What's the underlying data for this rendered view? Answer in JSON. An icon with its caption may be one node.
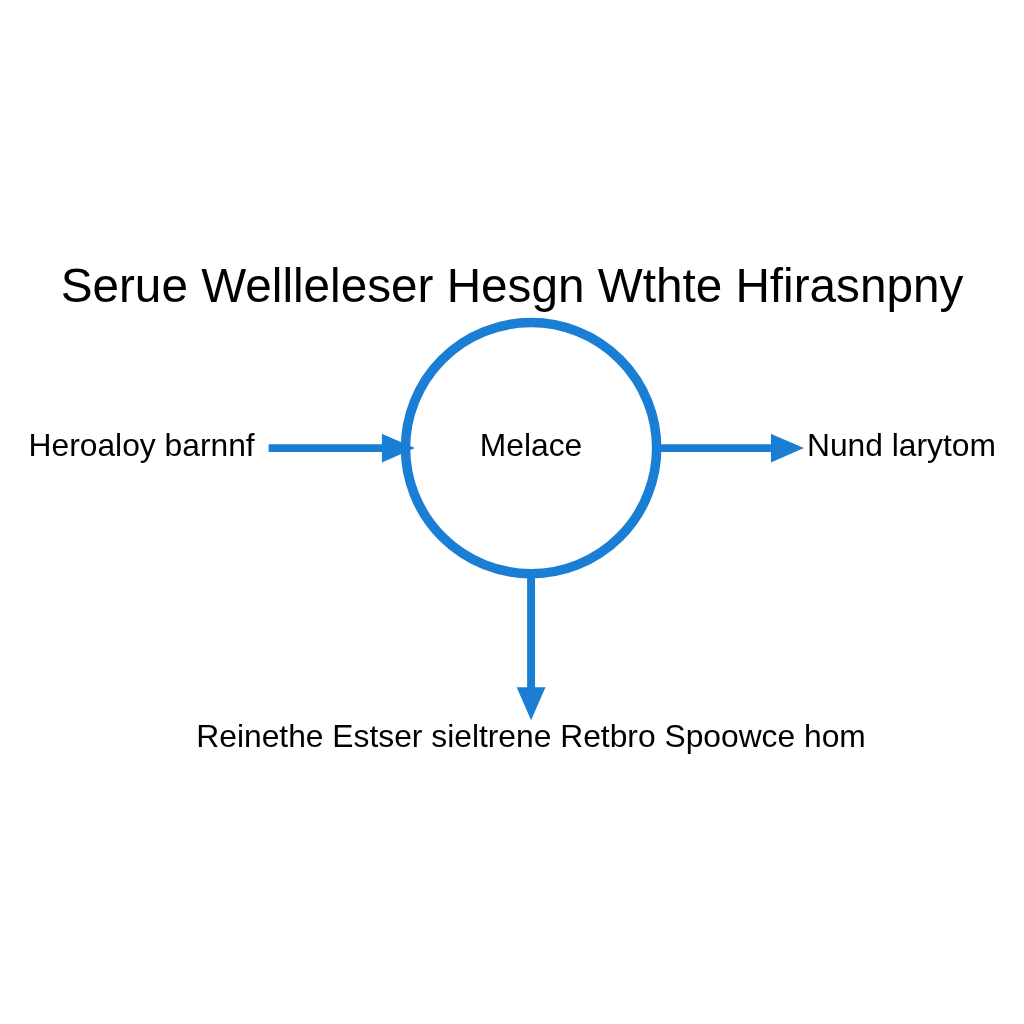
{
  "diagram": {
    "title": "Serue Wellleleser Hesgn Wthte Hfirasnpny",
    "nodes": [
      {
        "text": [
          "Melace"
        ]
      },
      {
        "text": [
          "Nund larytom"
        ]
      },
      {
        "text": [
          "Heroaloy barnnf"
        ]
      },
      {
        "text": [
          "Reinethe Estser sieltrene Retbro Spoowce hom"
        ]
      }
    ],
    "edges": [
      {
        "from": 0,
        "to": 1,
        "arrow": "to"
      },
      {
        "from": 2,
        "to": 0,
        "arrow": "to"
      },
      {
        "from": 0,
        "to": 3,
        "arrow": "to"
      }
    ]
  }
}
